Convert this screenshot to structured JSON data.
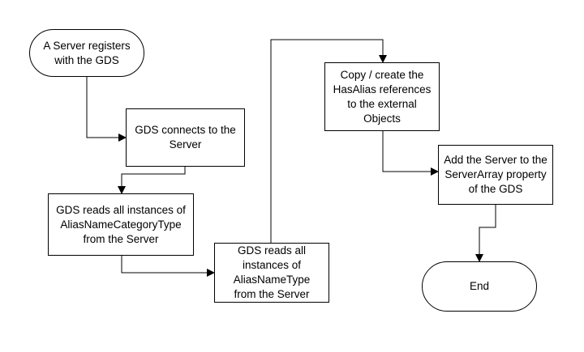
{
  "diagram": {
    "nodes": {
      "start": "A Server registers with the GDS",
      "connect": "GDS connects to the Server",
      "read_categories": "GDS reads all instances of AliasNameCategoryType from the Server",
      "read_aliases": "GDS reads all instances of AliasNameType from the Server",
      "copy_refs": "Copy / create the HasAlias references to the external Objects",
      "add_server": "Add the Server to the ServerArray property of the GDS",
      "end": "End"
    },
    "colors": {
      "stroke": "#000000",
      "fill": "#ffffff",
      "text": "#000000"
    }
  }
}
